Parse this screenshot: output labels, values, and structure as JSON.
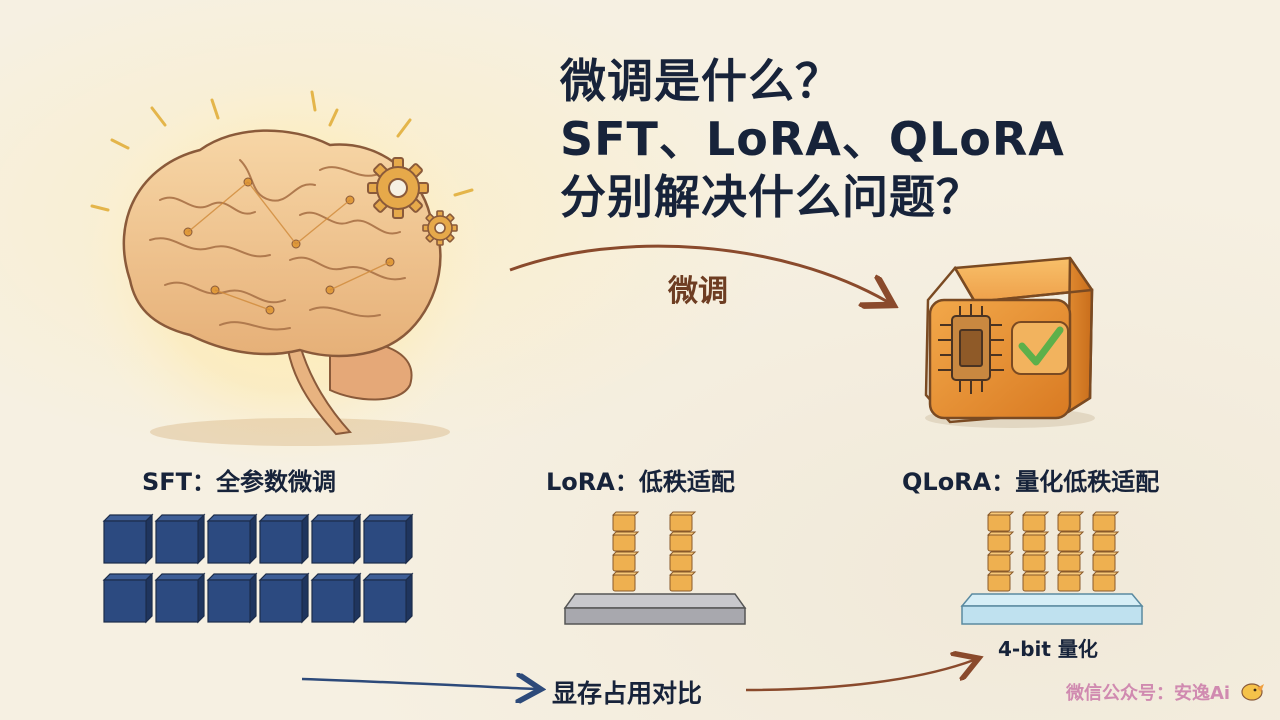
{
  "title": {
    "line1": "微调是什么？",
    "line2": "SFT、LoRA、QLoRA",
    "line3": "分别解决什么问题？"
  },
  "flow": {
    "label": "微调"
  },
  "sections": {
    "sft": {
      "label": "SFT：全参数微调"
    },
    "lora": {
      "label": "LoRA：低秩适配"
    },
    "qlora": {
      "label": "QLoRA：量化低秩适配",
      "note": "4-bit 量化"
    }
  },
  "comparison": {
    "label": "显存占用对比"
  },
  "watermark": {
    "text": "微信公众号：安逸Ai"
  },
  "colors": {
    "navy": "#2c4a80",
    "orange": "#e9a94a",
    "brown_arrow": "#8a4a2c",
    "blue_arrow": "#2d4a7a",
    "base_gray": "#a8a8ae",
    "base_blue": "#bfe1ef",
    "check_green": "#6dbf5a"
  },
  "icons": [
    "brain-icon",
    "gear-icon",
    "chip-cube-icon",
    "checkmark-icon",
    "cube-icon"
  ]
}
